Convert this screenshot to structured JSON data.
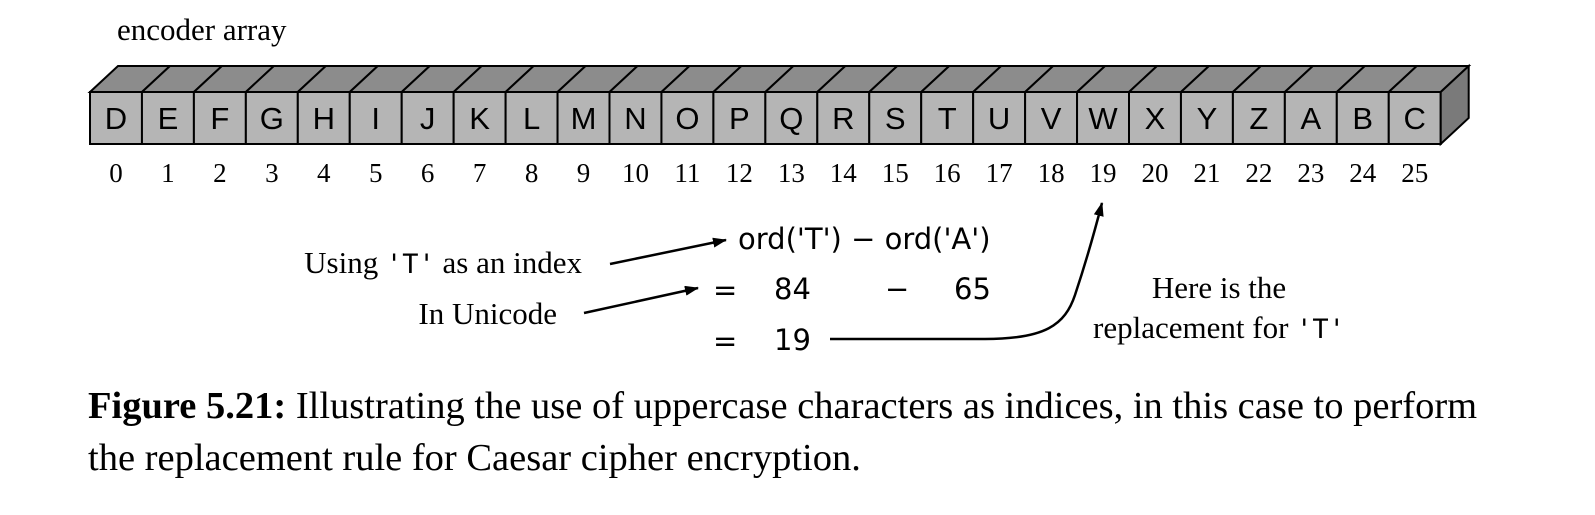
{
  "diagram": {
    "array_label": "encoder array",
    "cells": [
      "D",
      "E",
      "F",
      "G",
      "H",
      "I",
      "J",
      "K",
      "L",
      "M",
      "N",
      "O",
      "P",
      "Q",
      "R",
      "S",
      "T",
      "U",
      "V",
      "W",
      "X",
      "Y",
      "Z",
      "A",
      "B",
      "C"
    ],
    "indices": [
      "0",
      "1",
      "2",
      "3",
      "4",
      "5",
      "6",
      "7",
      "8",
      "9",
      "10",
      "11",
      "12",
      "13",
      "14",
      "15",
      "16",
      "17",
      "18",
      "19",
      "20",
      "21",
      "22",
      "23",
      "24",
      "25"
    ],
    "highlight_index": 19,
    "colors": {
      "cell_face": "#b5b5b5",
      "cell_top": "#8c8c8c",
      "cell_side": "#7a7a7a",
      "stroke": "#000000"
    },
    "annotations": {
      "using_prefix": "Using ",
      "using_code": "'T'",
      "using_suffix": " as an index",
      "unicode": "In Unicode",
      "here_line1": "Here is the",
      "here_line2_prefix": "replacement for ",
      "here_line2_code": "'T'"
    },
    "equation": {
      "line1": "ord('T') − ord('A')",
      "eq_sign": "=",
      "val1": "84",
      "minus": "−",
      "val2": "65",
      "result": "19"
    }
  },
  "caption": {
    "label": "Figure 5.21:",
    "text": " Illustrating the use of uppercase characters as indices, in this case to perform the replacement rule for Caesar cipher encryption."
  }
}
